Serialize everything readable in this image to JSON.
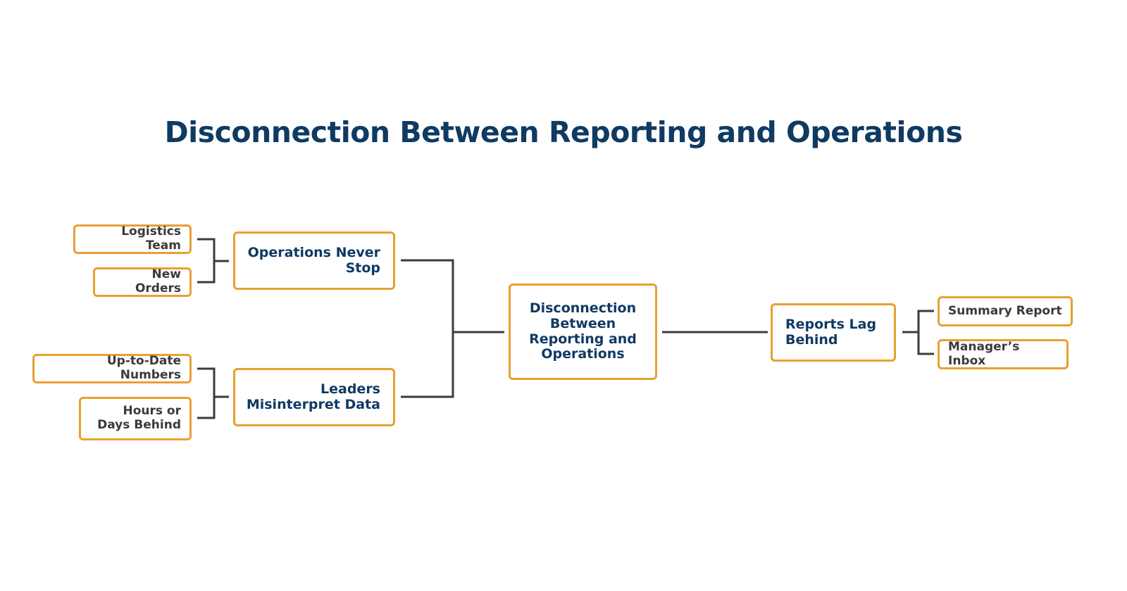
{
  "title": "Disconnection Between Reporting and Operations",
  "nodes": {
    "center": "Disconnection Between Reporting and Operations",
    "operations_never_stop": "Operations Never Stop",
    "leaders_misinterpret": "Leaders Misinterpret Data",
    "reports_lag": "Reports Lag Behind",
    "logistics_team": "Logistics Team",
    "new_orders": "New Orders",
    "up_to_date": "Up-to-Date Numbers",
    "hours_or_days": "Hours or Days Behind",
    "summary_report": "Summary Report",
    "managers_inbox": "Manager’s Inbox"
  },
  "colors": {
    "box_border": "#e8a02f",
    "title_text": "#0f3a63",
    "node_text": "#0f3a63",
    "leaf_text": "#3a3a3a",
    "connector": "#3b3b3b"
  }
}
